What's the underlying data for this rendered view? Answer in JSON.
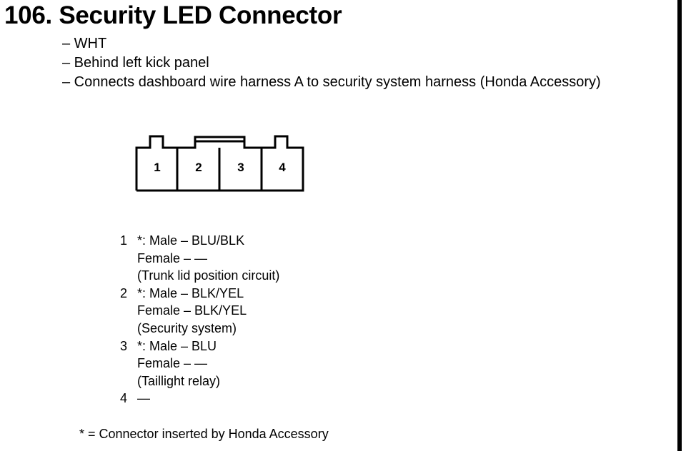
{
  "title": "106. Security LED Connector",
  "description": [
    "– WHT",
    "– Behind left kick panel",
    "– Connects dashboard wire harness A to security system harness (Honda Accessory)"
  ],
  "connector": {
    "terminals": [
      "1",
      "2",
      "3",
      "4"
    ]
  },
  "pins": [
    {
      "num": "1",
      "lines": [
        "*: Male – BLU/BLK",
        "Female – —",
        "(Trunk lid position circuit)"
      ]
    },
    {
      "num": "2",
      "lines": [
        "*: Male – BLK/YEL",
        "Female – BLK/YEL",
        "(Security system)"
      ]
    },
    {
      "num": "3",
      "lines": [
        "*: Male – BLU",
        "Female – —",
        "(Taillight relay)"
      ]
    },
    {
      "num": "4",
      "lines": [
        "—"
      ]
    }
  ],
  "footnote": "* = Connector inserted by Honda Accessory"
}
